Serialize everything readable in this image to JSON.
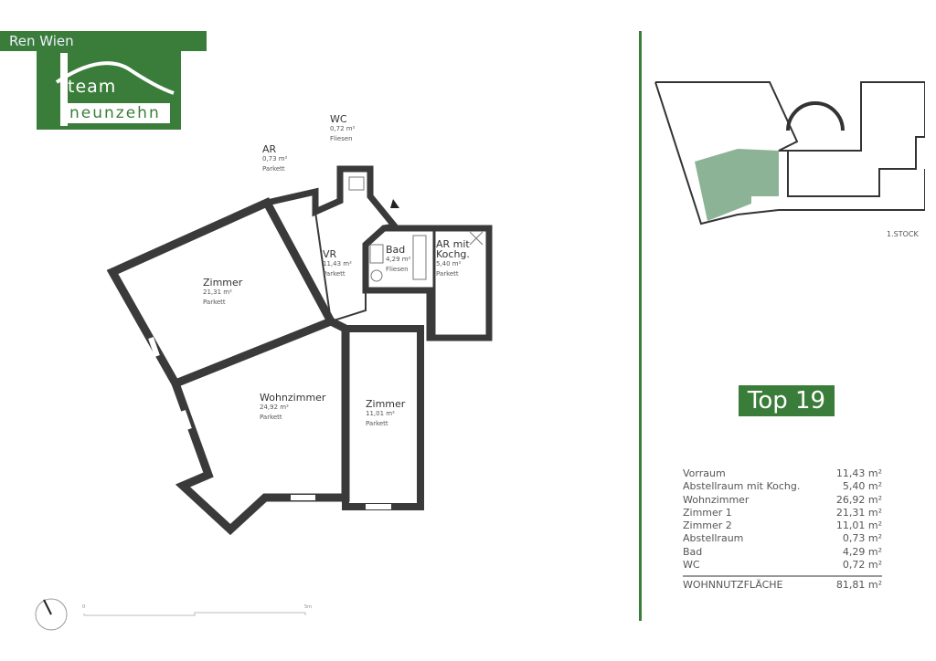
{
  "header": {
    "banner_text": "Ren                           Wien",
    "logo": {
      "line1": "team",
      "line2": "neunzehn"
    }
  },
  "brand_color": "#3a7d3a",
  "plan": {
    "rooms": [
      {
        "name": "WC",
        "area": "0,72 m²",
        "floor": "Fliesen"
      },
      {
        "name": "AR",
        "area": "0,73 m²",
        "floor": "Parkett"
      },
      {
        "name": "VR",
        "area": "11,43 m²",
        "floor": "Parkett"
      },
      {
        "name": "Bad",
        "area": "4,29 m²",
        "floor": "Fliesen"
      },
      {
        "name": "AR mit Kochg.",
        "area": "5,40 m²",
        "floor": "Parkett"
      },
      {
        "name": "Zimmer",
        "area": "21,31 m²",
        "floor": "Parkett"
      },
      {
        "name": "Wohnzimmer",
        "area": "24,92 m²",
        "floor": "Parkett"
      },
      {
        "name": "Zimmer",
        "area": "11,01 m²",
        "floor": "Parkett"
      }
    ],
    "scale": {
      "start": "0",
      "end": "5m"
    },
    "icons": {
      "compass": "north-arrow-icon",
      "entrance": "entrance-triangle-icon"
    }
  },
  "keyplan": {
    "floor_label": "1.STOCK"
  },
  "unit": {
    "title": "Top 19"
  },
  "areas": {
    "rows": [
      {
        "label": "Vorraum",
        "value": "11,43 m²"
      },
      {
        "label": "Abstellraum mit Kochg.",
        "value": "5,40 m²"
      },
      {
        "label": "Wohnzimmer",
        "value": "26,92 m²"
      },
      {
        "label": "Zimmer 1",
        "value": "21,31 m²"
      },
      {
        "label": "Zimmer 2",
        "value": "11,01 m²"
      },
      {
        "label": "Abstellraum",
        "value": "0,73 m²"
      },
      {
        "label": "Bad",
        "value": "4,29 m²"
      },
      {
        "label": "WC",
        "value": "0,72 m²"
      }
    ],
    "total": {
      "label": "WOHNNUTZFLÄCHE",
      "value": "81,81 m²"
    }
  }
}
